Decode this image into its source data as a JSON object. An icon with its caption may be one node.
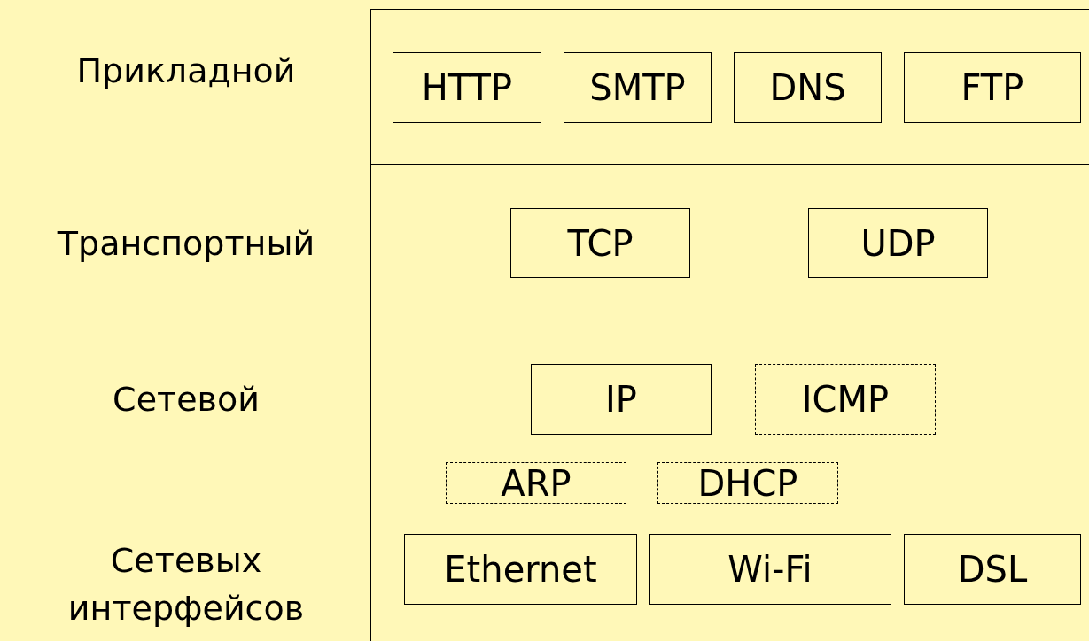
{
  "diagram": {
    "nodes": [
      {
        "text": [
          "Прикладной"
        ]
      },
      {
        "text": [
          "HTTP"
        ],
        "in": 0
      },
      {
        "text": [
          "SMTP"
        ],
        "in": 0
      },
      {
        "text": [
          "DNS"
        ],
        "in": 0
      },
      {
        "text": [
          "FTP"
        ],
        "in": 0
      },
      {
        "text": [
          "Транспортный"
        ]
      },
      {
        "text": [
          "TCP"
        ],
        "in": 5
      },
      {
        "text": [
          "UDP"
        ],
        "in": 5
      },
      {
        "text": [
          "Сетевой"
        ]
      },
      {
        "text": [
          "IP"
        ],
        "in": 8
      },
      {
        "text": [
          "ICMP"
        ],
        "in": 8
      },
      {
        "text": [
          "ARP"
        ]
      },
      {
        "text": [
          "DHCP"
        ]
      },
      {
        "text": [
          "Сетевых интерфейсов"
        ]
      },
      {
        "text": [
          "Ethernet"
        ],
        "in": 13
      },
      {
        "text": [
          "Wi-Fi"
        ],
        "in": 13
      },
      {
        "text": [
          "DSL"
        ],
        "in": 13
      }
    ],
    "edges": []
  }
}
